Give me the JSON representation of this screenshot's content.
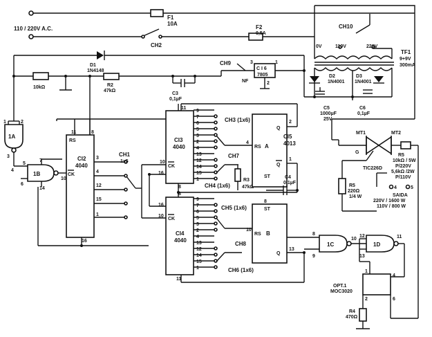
{
  "supply": {
    "label": "110 / 220V A.C.",
    "f1": {
      "ref": "F1",
      "value": "10A"
    },
    "f2": {
      "ref": "F2",
      "value": "0,5A"
    },
    "ch2": "CH2",
    "ch10": "CH10",
    "taps": [
      "0V",
      "110V",
      "220V"
    ],
    "tf1": {
      "ref": "TF1",
      "line1": "9+9V",
      "line2": "300mA"
    }
  },
  "psu": {
    "d2": {
      "ref": "D2",
      "value": "1N4001"
    },
    "d3": {
      "ref": "D3",
      "value": "1N4001"
    },
    "c5": {
      "ref": "C5",
      "value": "1000µF",
      "voltage": "25V"
    },
    "c6": {
      "ref": "C6",
      "value": "0,1µF"
    },
    "ci6": {
      "ref": "C I 6",
      "part": "7805"
    },
    "ch9": "CH9",
    "nf": "NF",
    "pins": [
      "1",
      "3",
      "2"
    ]
  },
  "input": {
    "d1": {
      "ref": "D1",
      "value": "1N4148"
    },
    "r1": "10kΩ",
    "r2": {
      "ref": "R2",
      "value": "47kΩ"
    },
    "c3": {
      "ref": "C3",
      "value": "0,1µF"
    }
  },
  "gates": {
    "g1a": {
      "ref": "1A",
      "pins": [
        "1",
        "2",
        "3"
      ]
    },
    "g1b": {
      "ref": "1B",
      "pins": [
        "5",
        "6",
        "7",
        "14",
        "4"
      ]
    },
    "g1c": {
      "ref": "1C",
      "pins": [
        "8",
        "10",
        "9"
      ]
    },
    "g1d": {
      "ref": "1D",
      "pins": [
        "12",
        "11",
        "13"
      ]
    }
  },
  "ci2": {
    "ref": "CI2",
    "part": "4040",
    "rs": "RS",
    "ck": "CK",
    "pins": [
      "11",
      "8",
      "10",
      "16",
      "3",
      "4",
      "12",
      "15",
      "1"
    ]
  },
  "ch1": {
    "ref": "CH1",
    "value": "1x5"
  },
  "ci3": {
    "ref": "CI3",
    "part": "4040",
    "ck": "CK",
    "pins_left": [
      "10",
      "16"
    ],
    "pins_top": [
      "11"
    ],
    "pins_right": [
      "9",
      "7",
      "6",
      "5",
      "3",
      "2",
      "4",
      "13",
      "12",
      "14",
      "15",
      "1"
    ],
    "bottom": "8"
  },
  "ci4": {
    "ref": "CI4",
    "part": "4040",
    "ck": "CK",
    "pins_left": [
      "16",
      "10"
    ],
    "pins_right": [
      "9",
      "7",
      "6",
      "5",
      "3",
      "2",
      "4",
      "13",
      "12",
      "14",
      "15",
      "1"
    ],
    "bottom": "8",
    "pin11": "11"
  },
  "ch3": "CH3 (1x6)",
  "ch4": "CH4 (1x6)",
  "ch5": "CH5 (1x6)",
  "ch6": "CH6 (1x6)",
  "ch7": "CH7",
  "ch8": "CH8",
  "r3": {
    "ref": "R3",
    "value": "47kΩ"
  },
  "c4": {
    "ref": "C4",
    "value": "0,1µF"
  },
  "ci5": {
    "ref": "CI5",
    "part": "4013",
    "a": {
      "rs": "RS",
      "name": "A",
      "q": "Q",
      "qbar": "Q",
      "st": "ST",
      "pins": [
        "2",
        "4",
        "1"
      ]
    },
    "b": {
      "st": "ST",
      "rs": "RS",
      "name": "B",
      "q": "Q",
      "pins": [
        "8",
        "10",
        "13"
      ]
    }
  },
  "triac": {
    "mt1": "MT1",
    "mt2": "MT2",
    "g": "G",
    "ref": "TIC226D"
  },
  "r5a": {
    "ref": "R5",
    "v1": "10kΩ / 5W",
    "v1b": "P/220V",
    "v2": "5,6kΩ /2W",
    "v2b": "P/110V"
  },
  "r5b": {
    "ref": "R5",
    "value": "220Ω",
    "power": "1/4 W"
  },
  "output": {
    "pin4": "4",
    "pin5": "5",
    "label": "SAIDA",
    "spec1": "220V / 1600 W",
    "spec2": "110V / 800 W"
  },
  "opt1": {
    "ref": "OPT.1",
    "part": "MOC3020",
    "pins": [
      "1",
      "2",
      "4",
      "6"
    ]
  },
  "r4": {
    "ref": "R4",
    "value": "470Ω"
  }
}
